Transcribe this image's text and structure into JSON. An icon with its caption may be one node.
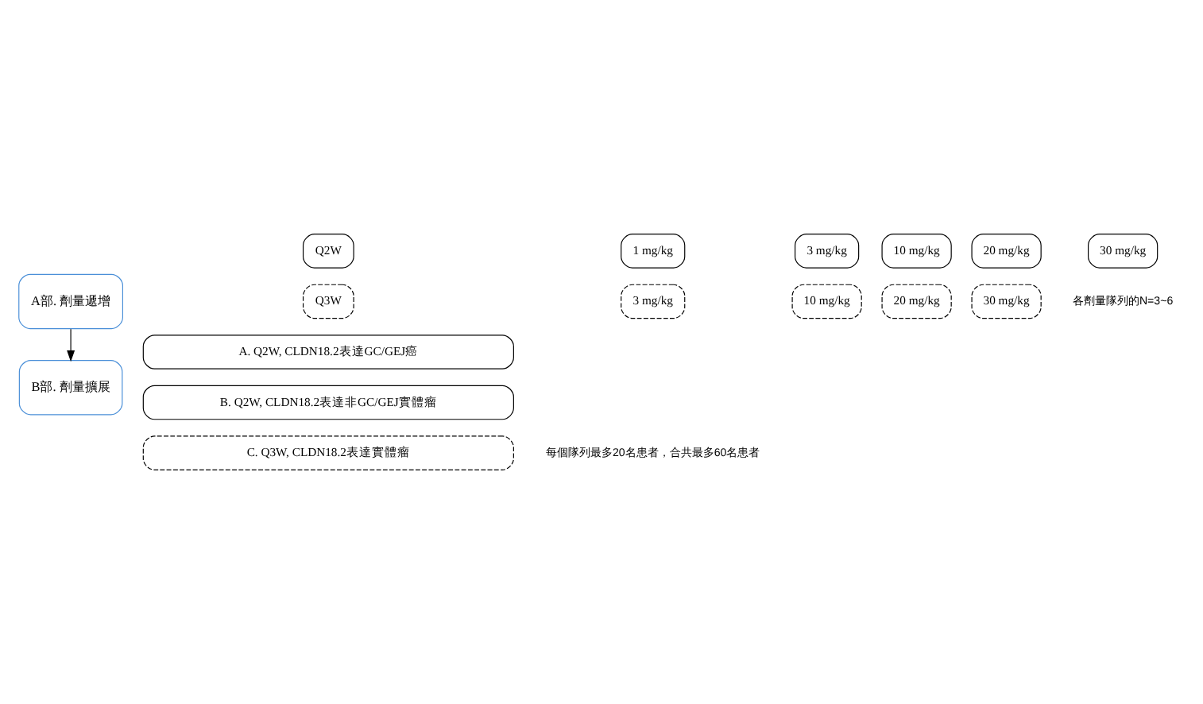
{
  "diagram": {
    "nodes": [
      {
        "text": [
          "A部. 劑量遞增"
        ]
      },
      {
        "text": [
          "Q2W"
        ]
      },
      {
        "text": [
          "1 mg/kg"
        ]
      },
      {
        "text": [
          "3 mg/kg"
        ]
      },
      {
        "text": [
          "10 mg/kg"
        ]
      },
      {
        "text": [
          "20 mg/kg"
        ]
      },
      {
        "text": [
          "30 mg/kg"
        ]
      },
      {
        "text": [
          "Q3W"
        ]
      },
      {
        "text": [
          "3 mg/kg"
        ]
      },
      {
        "text": [
          "10 mg/kg"
        ]
      },
      {
        "text": [
          "20 mg/kg"
        ]
      },
      {
        "text": [
          "30 mg/kg"
        ]
      },
      {
        "text": [
          "B部. 劑量擴展"
        ]
      },
      {
        "text": [
          "A. Q2W, CLDN18.2表達GC/GEJ癌"
        ]
      },
      {
        "text": [
          "B. Q2W, CLDN18.2表達非GC/GEJ實體瘤"
        ]
      },
      {
        "text": [
          "C. Q3W, CLDN18.2表達實體瘤"
        ]
      }
    ],
    "edges": [
      {
        "from": 0,
        "to": 12,
        "arrow": "to"
      }
    ],
    "labels": [
      "各劑量隊列的N=3~6",
      "每個隊列最多20名患者，合共最多60名患者"
    ]
  }
}
